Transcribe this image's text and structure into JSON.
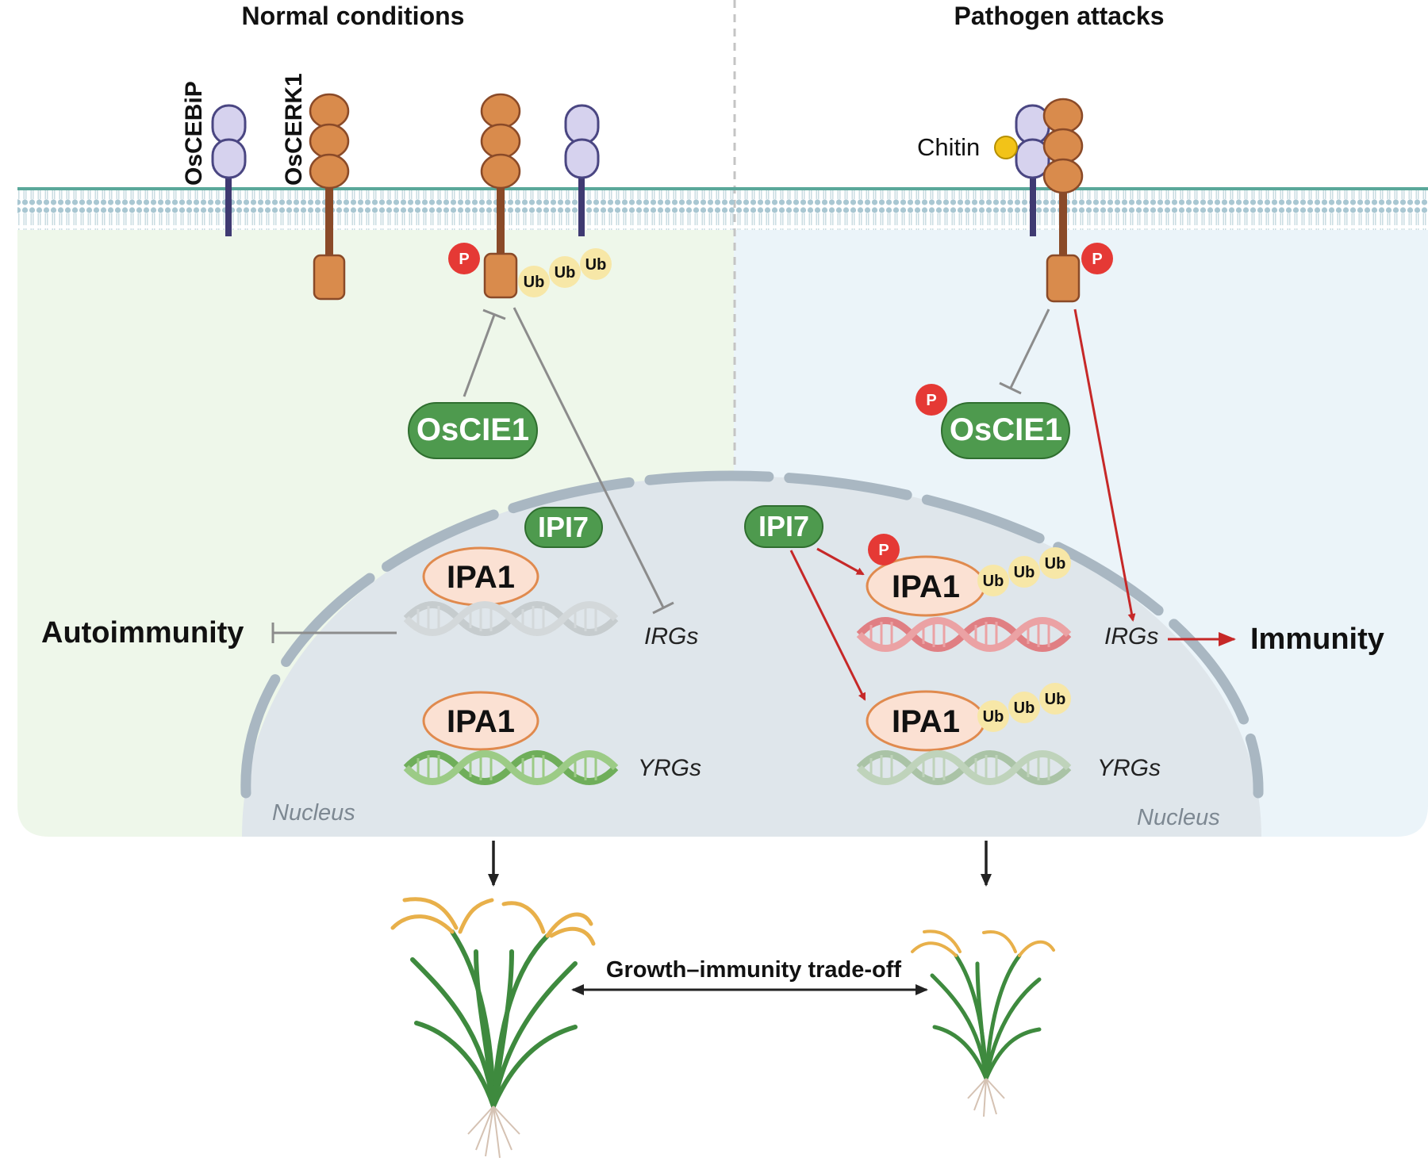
{
  "panels": {
    "left_title": "Normal conditions",
    "right_title": "Pathogen attacks"
  },
  "receptors": {
    "cebip_label": "OsCEBiP",
    "cerk1_label": "OsCERK1",
    "chitin_label": "Chitin"
  },
  "modifications": {
    "phospho": "P",
    "ubiquitin": "Ub"
  },
  "proteins": {
    "oscie1": "OsCIE1",
    "ipi7": "IPI7",
    "ipa1": "IPA1"
  },
  "genes": {
    "irgs": "IRGs",
    "yrgs": "YRGs"
  },
  "outcomes": {
    "autoimmunity": "Autoimmunity",
    "immunity": "Immunity"
  },
  "compartments": {
    "nucleus": "Nucleus"
  },
  "bottom": {
    "tradeoff": "Growth–immunity trade-off"
  },
  "colors": {
    "left_cytoplasm": "#eef7ea",
    "right_cytoplasm": "#ebf4f9",
    "nucleus_fill": "#dfe6eb",
    "nucleus_envelope": "#a9b7c2",
    "membrane": "#5aa89a",
    "cebip": "#d6d2ee",
    "cerk1": "#d98b4c",
    "green_protein": "#4e9a4e",
    "ipa1_fill": "#fbe1d3",
    "ipa1_stroke": "#e08a4e",
    "phospho": "#e53935",
    "ubiquitin": "#f7e7a7",
    "activation_arrow": "#c62828",
    "inhibition_line": "#8c8c8c"
  }
}
